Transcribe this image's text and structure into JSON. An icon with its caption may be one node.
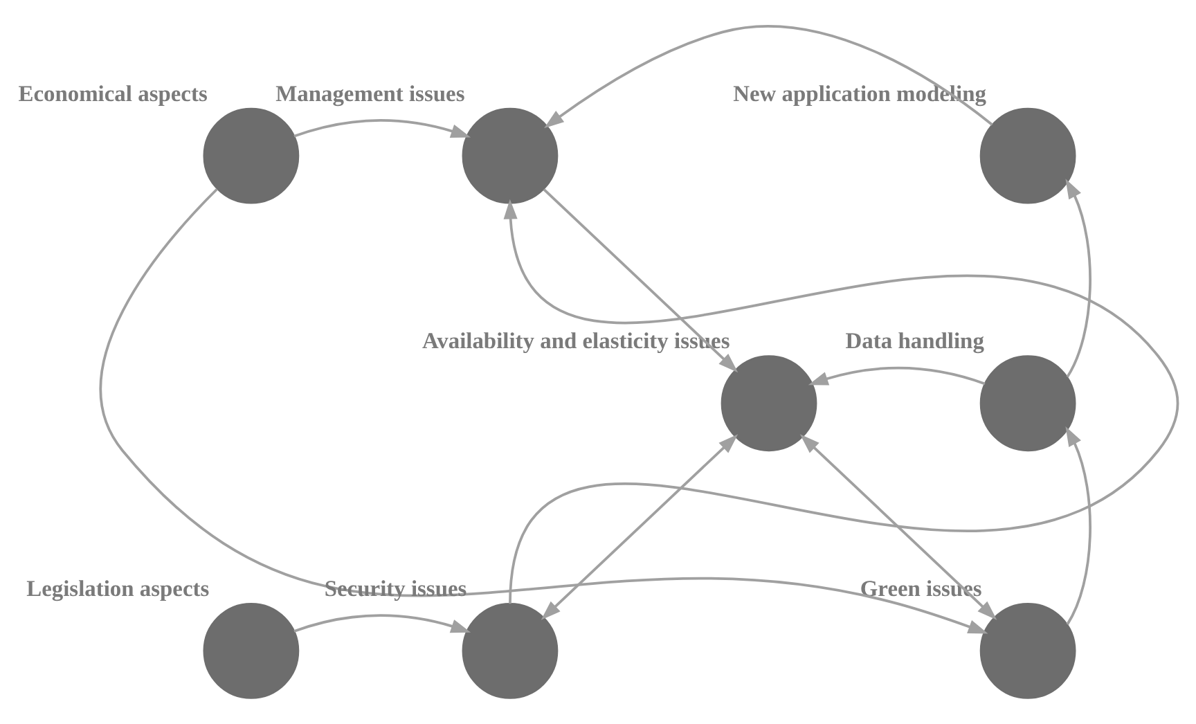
{
  "diagram": {
    "nodes": [
      {
        "text": [
          "Economical aspects"
        ]
      },
      {
        "text": [
          "Management issues"
        ]
      },
      {
        "text": [
          "New application modeling"
        ]
      },
      {
        "text": [
          "Availability and elasticity issues"
        ]
      },
      {
        "text": [
          "Data handling"
        ]
      },
      {
        "text": [
          "Legislation aspects"
        ]
      },
      {
        "text": [
          "Security issues"
        ]
      },
      {
        "text": [
          "Green issues"
        ]
      }
    ],
    "edges": [
      {
        "from": 0,
        "to": 1,
        "arrow": "to"
      },
      {
        "from": 2,
        "to": 1,
        "arrow": "to"
      },
      {
        "from": 1,
        "to": 3,
        "arrow": "to"
      },
      {
        "from": 4,
        "to": 3,
        "arrow": "to"
      },
      {
        "from": 4,
        "to": 2,
        "arrow": "to"
      },
      {
        "from": 7,
        "to": 4,
        "arrow": "to"
      },
      {
        "from": 5,
        "to": 6,
        "arrow": "to"
      },
      {
        "from": 6,
        "to": 1,
        "arrow": "to"
      },
      {
        "from": 6,
        "to": 3,
        "arrow": "both"
      },
      {
        "from": 3,
        "to": 7,
        "arrow": "both"
      },
      {
        "from": 0,
        "to": 7,
        "arrow": "to"
      }
    ]
  }
}
